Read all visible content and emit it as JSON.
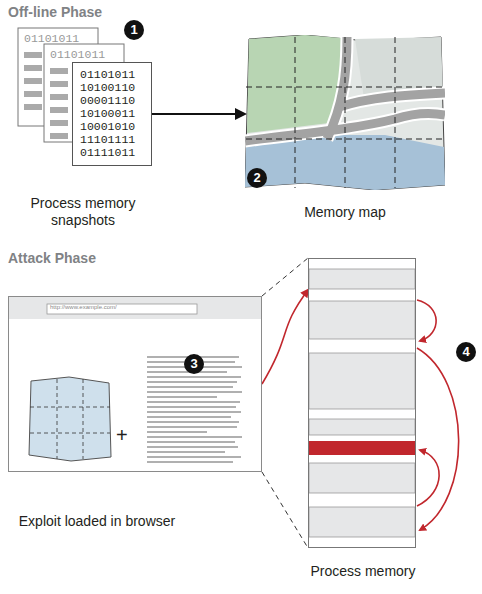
{
  "diagram": {
    "nodes": [
      {
        "text": [
          "01101011 10100110 00001110 10100011 10001010 11101111 01111011",
          "Process memory snapshots"
        ]
      },
      {
        "text": [
          "Memory map"
        ]
      },
      {
        "text": [
          "Exploit loaded in browser"
        ]
      },
      {
        "text": [
          "Process memory"
        ]
      }
    ],
    "edges": [
      {
        "from": 0,
        "to": 1,
        "arrow": "to"
      },
      {
        "from": 2,
        "to": 3,
        "arrow": "to"
      }
    ],
    "labels": [
      "Off-line Phase",
      "01101011",
      "01101011",
      "1",
      "2",
      "Attack Phase",
      "http://www.example.com/",
      "3",
      "+",
      "4"
    ]
  }
}
